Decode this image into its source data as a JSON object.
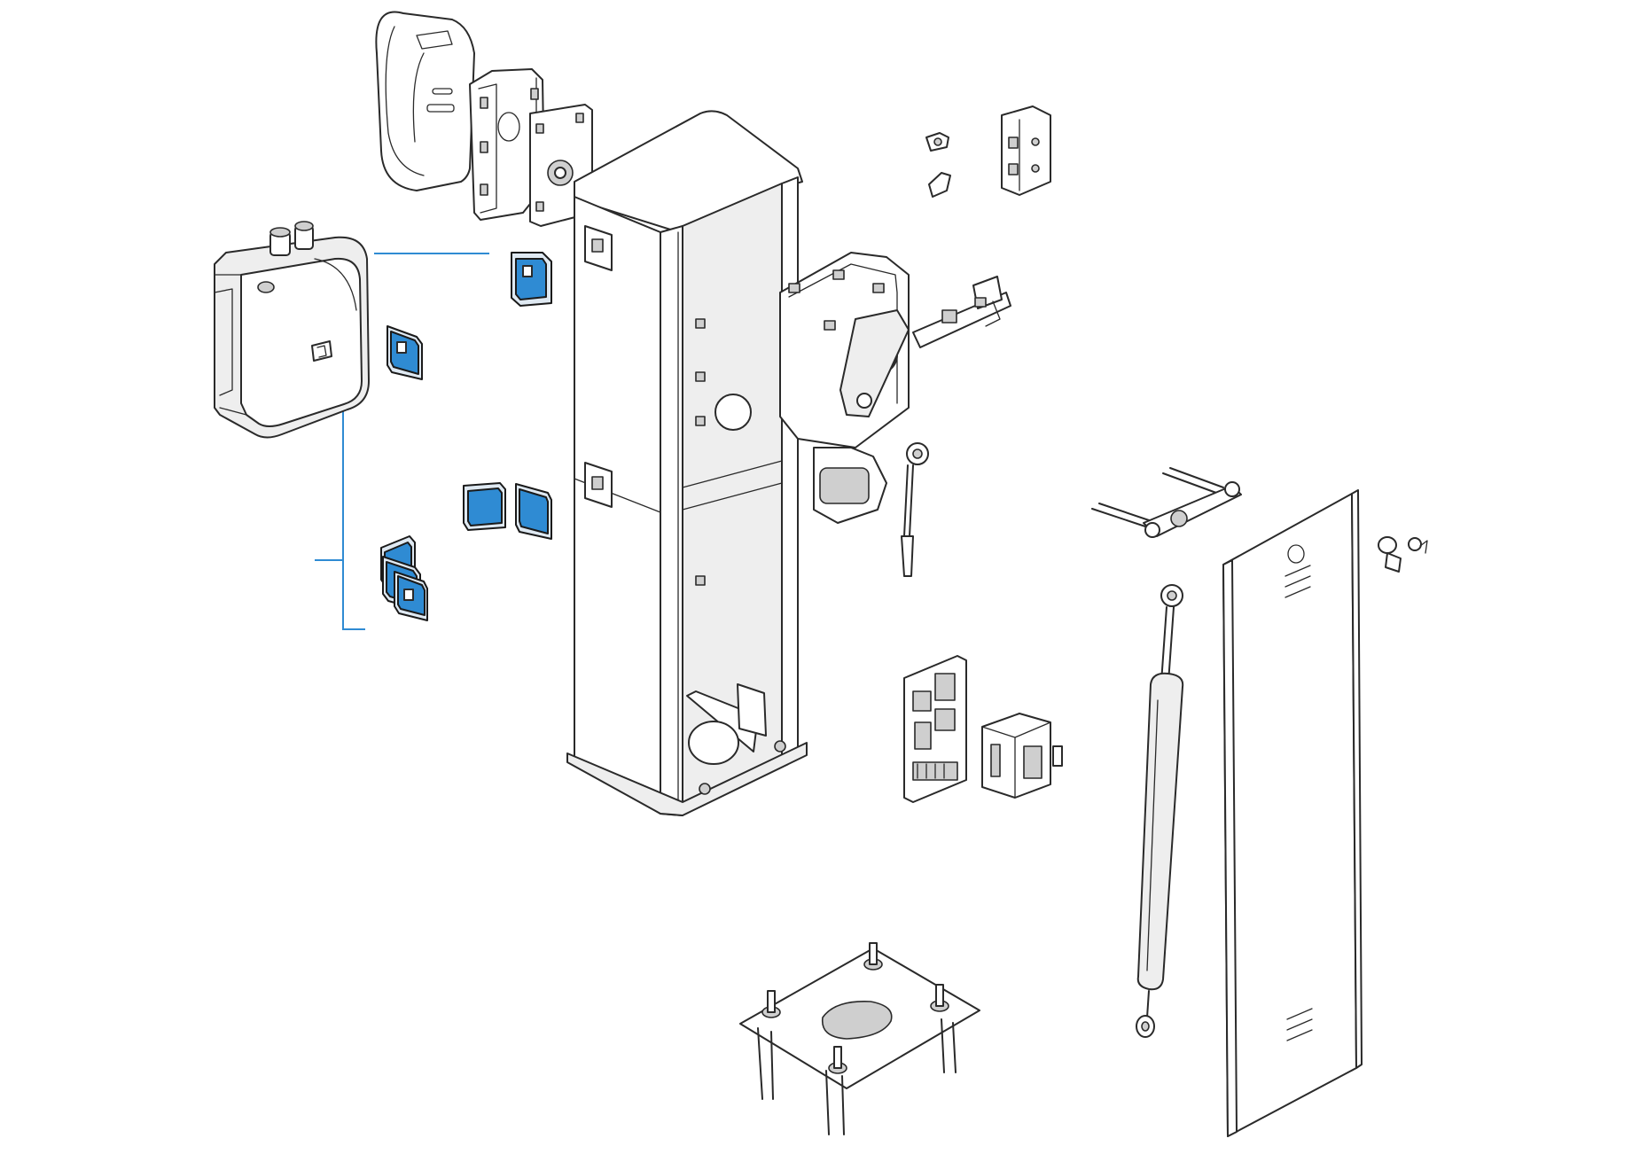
{
  "diagram": {
    "accent_color": "#2f8bd3",
    "line_color": "#2a2a2a",
    "background": "#ffffff",
    "highlighted_parts": [
      "cover-plate",
      "cover-plate",
      "cover-plate",
      "cover-plate",
      "cover-plate",
      "cover-plate",
      "cover-plate"
    ],
    "components": [
      "control-box",
      "bracket-hood",
      "mounting-plate",
      "column-housing",
      "gearmotor",
      "limit-switches",
      "balancing-arm",
      "spring-rod",
      "control-board",
      "transformer",
      "spring-bracket",
      "gas-spring",
      "inspection-door",
      "lock-key",
      "anchor-plate"
    ]
  }
}
